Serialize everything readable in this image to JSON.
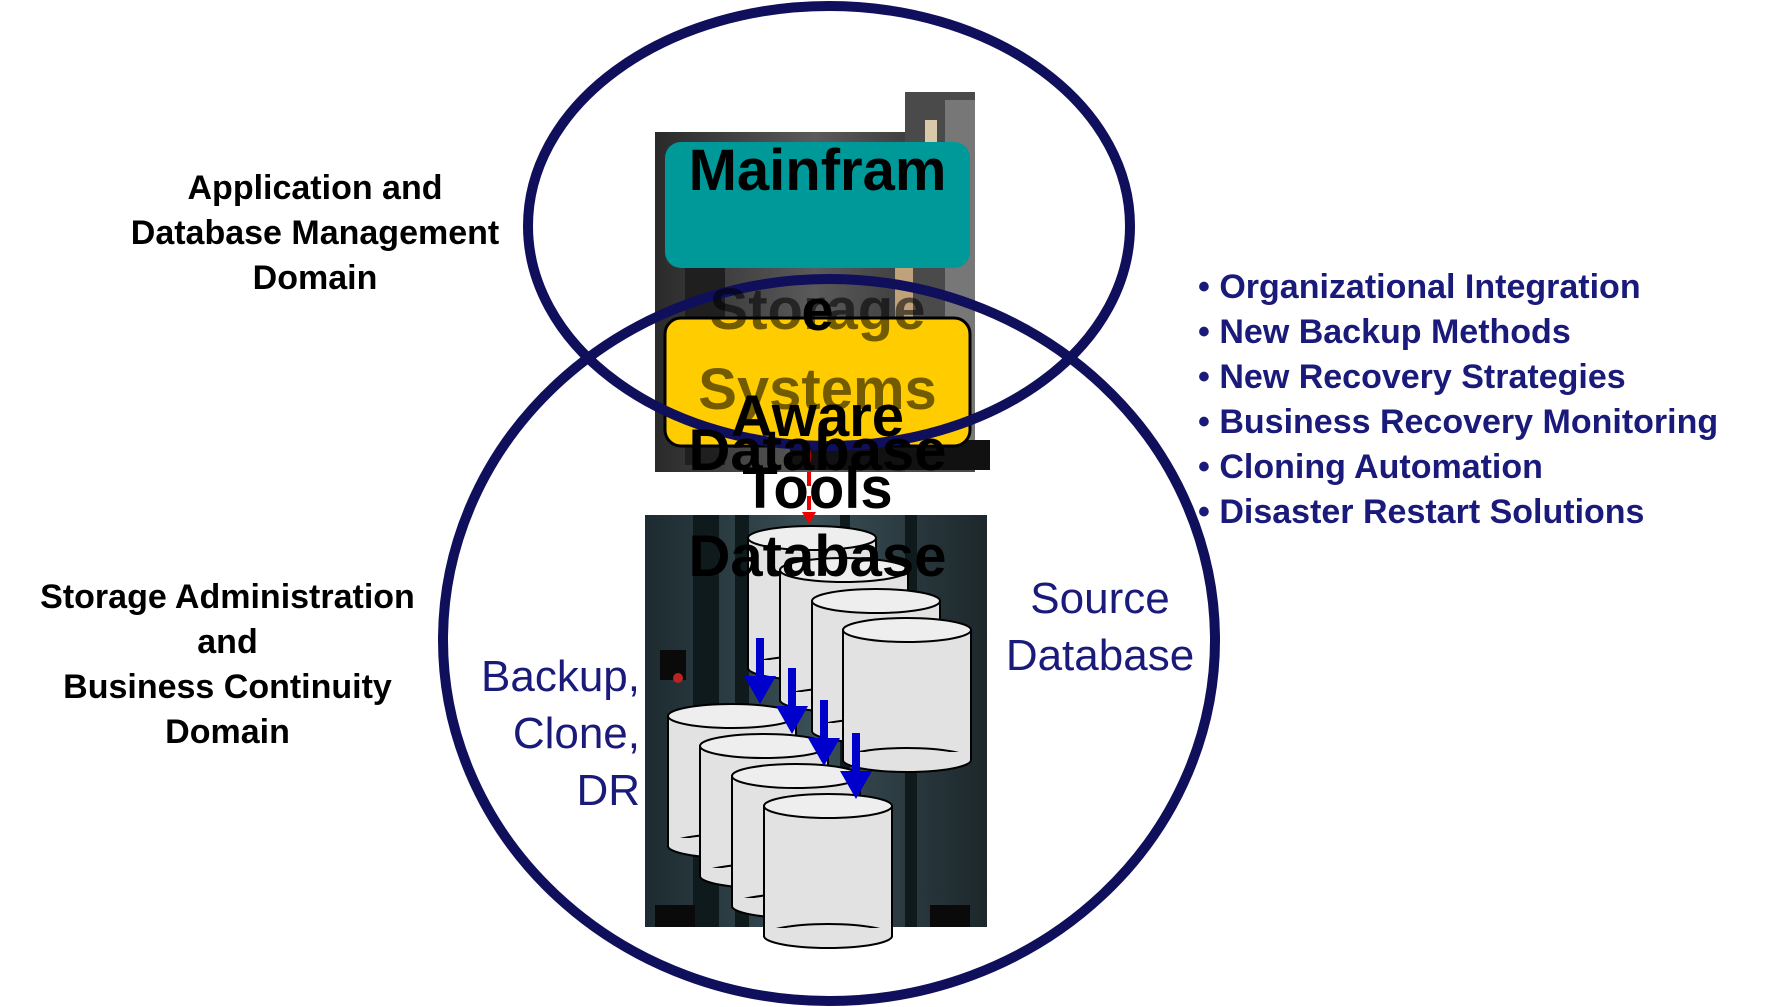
{
  "domains": {
    "top": "Application and\nDatabase Management\nDomain",
    "bottom": "Storage Administration\nand\nBusiness Continuity\nDomain"
  },
  "stack": {
    "line1": "Mainfram",
    "line2": "e",
    "line3": "Database",
    "ghost1": "Storage",
    "ghost2": "Systems",
    "aware_line1": "Aware",
    "aware_line2": "Database",
    "tools": "Tools"
  },
  "labels": {
    "source": "Source\nDatabase",
    "backup": "Backup,\nClone,\nDR"
  },
  "bullets": [
    "• Organizational Integration",
    "• New Backup Methods",
    "• New Recovery Strategies",
    "• Business Recovery Monitoring",
    "• Cloning Automation",
    "• Disaster Restart Solutions"
  ],
  "colors": {
    "ellipse": "#0f0f5c",
    "teal_box": "#009999",
    "gold_box": "#ffcc00",
    "text_blue": "#1a1a7a",
    "arrow_blue": "#0000cc",
    "arrow_red": "#ee0000"
  },
  "icons": {
    "mainframe": "mainframe-cabinet-icon",
    "storage": "storage-array-icon",
    "disk": "database-cylinder-icon"
  }
}
